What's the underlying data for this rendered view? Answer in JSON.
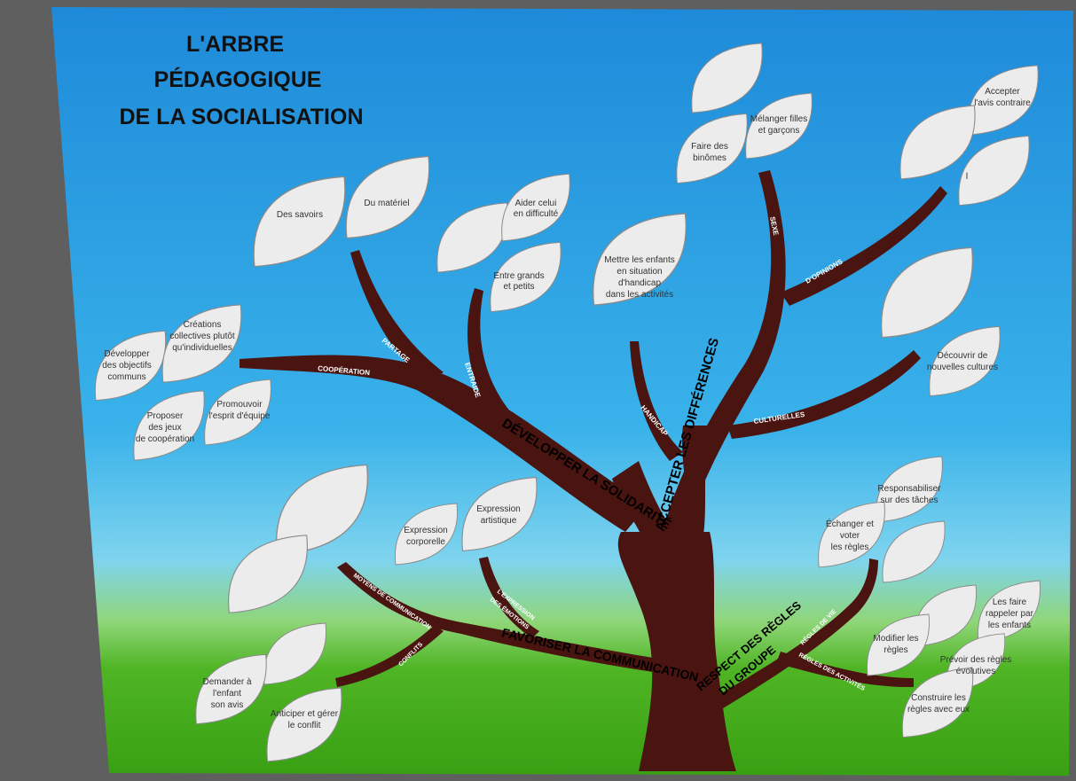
{
  "title": {
    "line1": "L'ARBRE",
    "line2": "PÉDAGOGIQUE",
    "line3": "DE LA SOCIALISATION"
  },
  "trunk_labels": {
    "solidarite": "DÉVELOPPER LA SOLIDARITÉ",
    "differences": "ACCEPTER LES DIFFÉRENCES",
    "communication": "FAVORISER LA COMMUNICATION",
    "regles_line1": "RESPECT DES RÈGLES",
    "regles_line2": "DU GROUPE"
  },
  "branch_labels": {
    "cooperation": "COOPÉRATION",
    "partage": "PARTAGE",
    "entraide": "ENTRAIDE",
    "handicap": "HANDICAP",
    "sexe": "SEXE",
    "opinions": "D'OPINIONS",
    "culturelles": "CULTURELLES",
    "moyens_line1": "MOYENS DE COMMUNICATION",
    "expression_line1": "L'EXPRESSION",
    "expression_line2": "DES ÉMOTIONS",
    "conflits": "CONFLITS",
    "regles_vie": "RÈGLES DE VIE",
    "regles_activites": "RÈGLES DES ACTIVITÉS"
  },
  "leaves": {
    "des_savoirs": "Des savoirs",
    "du_materiel": "Du matériel",
    "aider_1": "Aider celui",
    "aider_2": "en difficulté",
    "grands_1": "Entre grands",
    "grands_2": "et petits",
    "handicap_1": "Mettre les enfants",
    "handicap_2": "en situation",
    "handicap_3": "d'handicap",
    "handicap_4": "dans les activités",
    "binomes_1": "Faire des",
    "binomes_2": "binômes",
    "melanger_1": "Mélanger filles",
    "melanger_2": "et garçons",
    "accepter_1": "Accepter",
    "accepter_2": "l'avis contraire",
    "accepter_extra": "l",
    "cultures_1": "Découvrir de",
    "cultures_2": "nouvelles cultures",
    "creations_1": "Créations",
    "creations_2": "collectives plutôt",
    "creations_3": "qu'individuelles",
    "objectifs_1": "Développer",
    "objectifs_2": "des objectifs",
    "objectifs_3": "communs",
    "esprit_1": "Promouvoir",
    "esprit_2": "l'esprit d'équipe",
    "jeux_1": "Proposer",
    "jeux_2": "des jeux",
    "jeux_3": "de coopération",
    "corporelle_1": "Expression",
    "corporelle_2": "corporelle",
    "artistique_1": "Expression",
    "artistique_2": "artistique",
    "demander_1": "Demander à",
    "demander_2": "l'enfant",
    "demander_3": "son avis",
    "anticiper_1": "Anticiper et gérer",
    "anticiper_2": "le conflit",
    "responsabiliser_1": "Responsabiliser",
    "responsabiliser_2": "sur des tâches",
    "echanger_1": "Échanger et",
    "echanger_2": "voter",
    "echanger_3": "les règles",
    "rappeler_1": "Les faire",
    "rappeler_2": "rappeler par",
    "rappeler_3": "les enfants",
    "modifier_1": "Modifier les",
    "modifier_2": "règles",
    "evolutives_1": "Prévoir des règles",
    "evolutives_2": "évolutives",
    "construire_1": "Construire les",
    "construire_2": "règles avec eux"
  },
  "colors": {
    "sky_top": "#1f8fe0",
    "sky_bottom": "#6fd2f2",
    "grass": "#3ea81a",
    "trunk": "#4a1410",
    "leaf": "#ececec",
    "frame": "#5f5f60"
  }
}
